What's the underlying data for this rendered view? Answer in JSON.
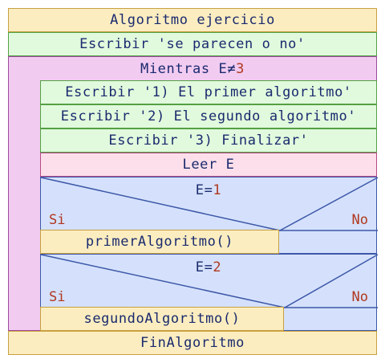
{
  "diagram": {
    "algorithm_header": "Algoritmo ejercicio",
    "write_intro": "Escribir 'se parecen o no'",
    "while_keyword": "Mientras E≠",
    "while_value": "3",
    "menu_lines": [
      "Escribir '1) El primer algoritmo'",
      "Escribir '2) El segundo algoritmo'",
      "Escribir '3) Finalizar'"
    ],
    "read_stmt": "Leer E",
    "conditions": [
      {
        "prefix": "E=",
        "value": "1",
        "yes_label": "Si",
        "no_label": "No",
        "yes_action": "primerAlgoritmo()"
      },
      {
        "prefix": "E=",
        "value": "2",
        "yes_label": "Si",
        "no_label": "No",
        "yes_action": "segundoAlgoritmo()"
      }
    ],
    "end_stmt": "FinAlgoritmo"
  },
  "colors": {
    "algorithm_fill": "#fbedc0",
    "algorithm_border": "#c8a040",
    "write_fill": "#e1fadd",
    "write_border": "#54a044",
    "loop_fill": "#f2cbf1",
    "loop_border": "#9c4a9c",
    "read_fill": "#fcdfea",
    "read_border": "#b84a86",
    "condition_fill": "#d5e1fc",
    "condition_border": "#3d58a8",
    "text": "#1a2a6e",
    "number": "#b0381f"
  }
}
